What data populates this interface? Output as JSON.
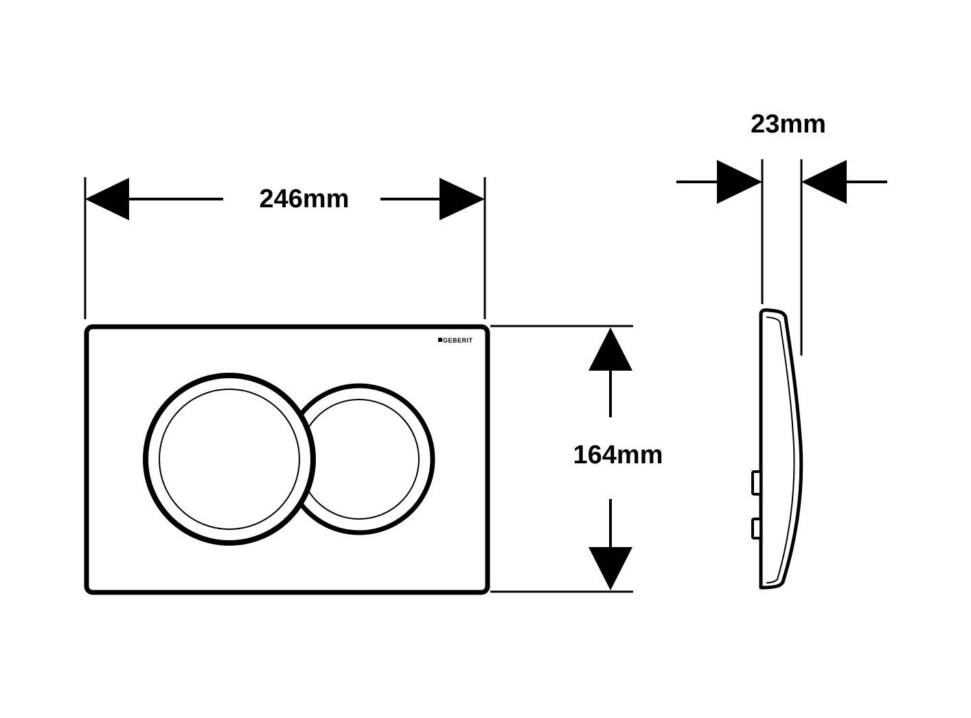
{
  "dimensions": {
    "width": "246mm",
    "height": "164mm",
    "depth": "23mm"
  },
  "plate": {
    "brand": "GEBERIT"
  },
  "colors": {
    "line": "#000000",
    "background": "#ffffff"
  }
}
